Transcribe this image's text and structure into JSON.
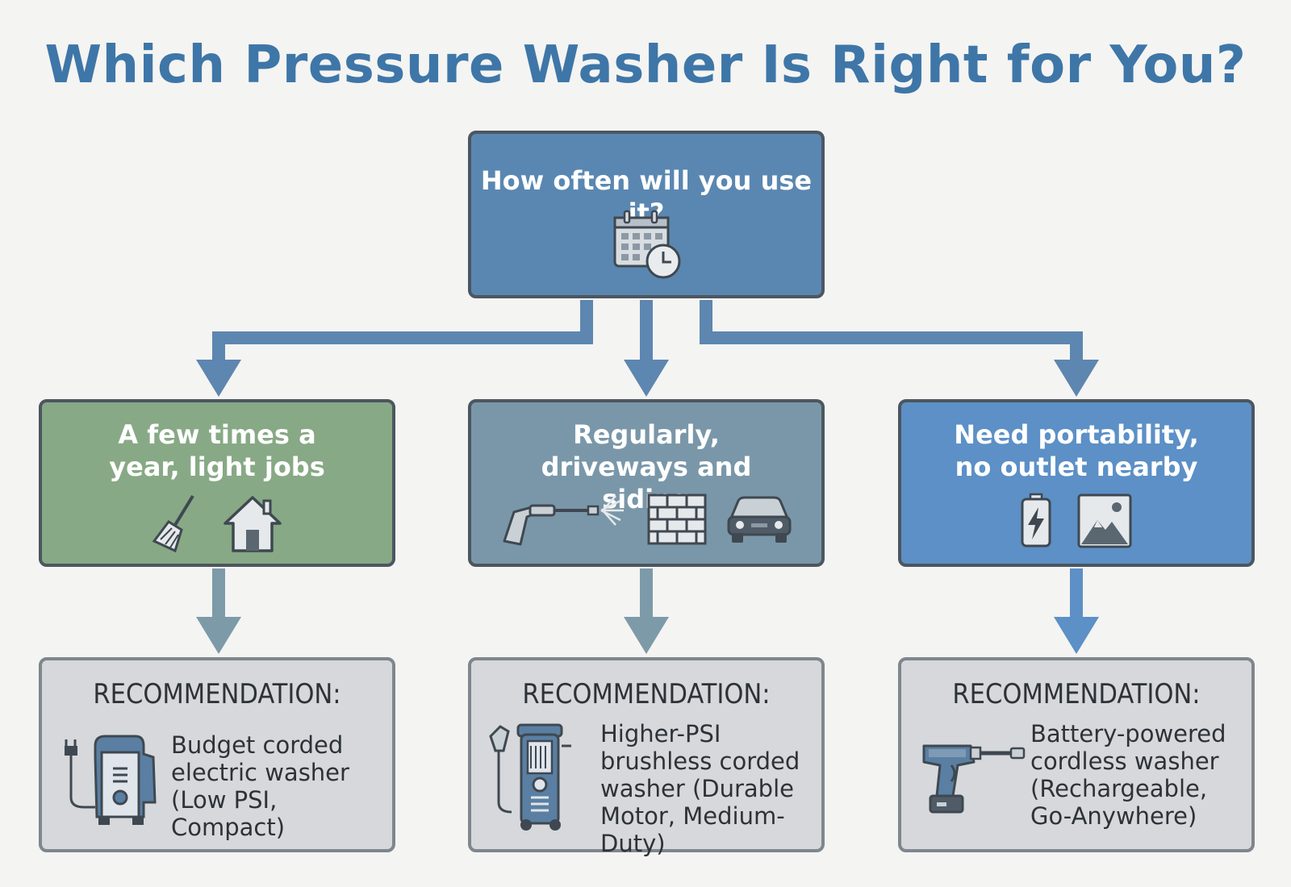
{
  "title": "Which Pressure Washer Is Right for You?",
  "question": {
    "text": "How often will you use it?",
    "icon": "calendar-clock-icon"
  },
  "options": [
    {
      "text": "A few times a year, light jobs",
      "icons": [
        "broom-icon",
        "house-icon"
      ],
      "color": "#87a985"
    },
    {
      "text": "Regularly, driveways and siding",
      "icons": [
        "spray-gun-icon",
        "brick-wall-icon",
        "car-icon"
      ],
      "color": "#7a97a9"
    },
    {
      "text": "Need portability, no outlet nearby",
      "icons": [
        "battery-icon",
        "landscape-icon"
      ],
      "color": "#5c90c6"
    }
  ],
  "recommendations": [
    {
      "heading": "RECOMMENDATION:",
      "text": "Budget corded electric washer (Low PSI, Compact)",
      "icon": "compact-electric-washer-icon"
    },
    {
      "heading": "RECOMMENDATION:",
      "text": "Higher-PSI brushless corded washer (Durable Motor, Medium-Duty)",
      "icon": "upright-washer-icon"
    },
    {
      "heading": "RECOMMENDATION:",
      "text": "Battery-powered cordless washer (Rechargeable, Go-Anywhere)",
      "icon": "cordless-spray-gun-icon"
    }
  ],
  "colors": {
    "title": "#3e76a8",
    "question_box": "#5a87b1",
    "arrow_top": "#5d86b0",
    "arrow_muted": "#7d9aa8",
    "recommendation_box": "#d6d8db"
  }
}
